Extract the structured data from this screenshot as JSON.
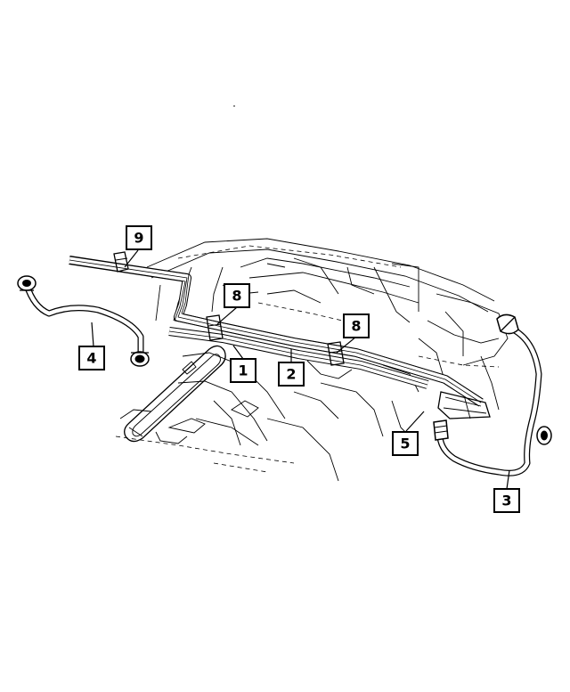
{
  "callouts": {
    "c1": "1",
    "c2": "2",
    "c3": "3",
    "c4": "4",
    "c5": "5",
    "c8a": "8",
    "c8b": "8",
    "c9": "9"
  }
}
